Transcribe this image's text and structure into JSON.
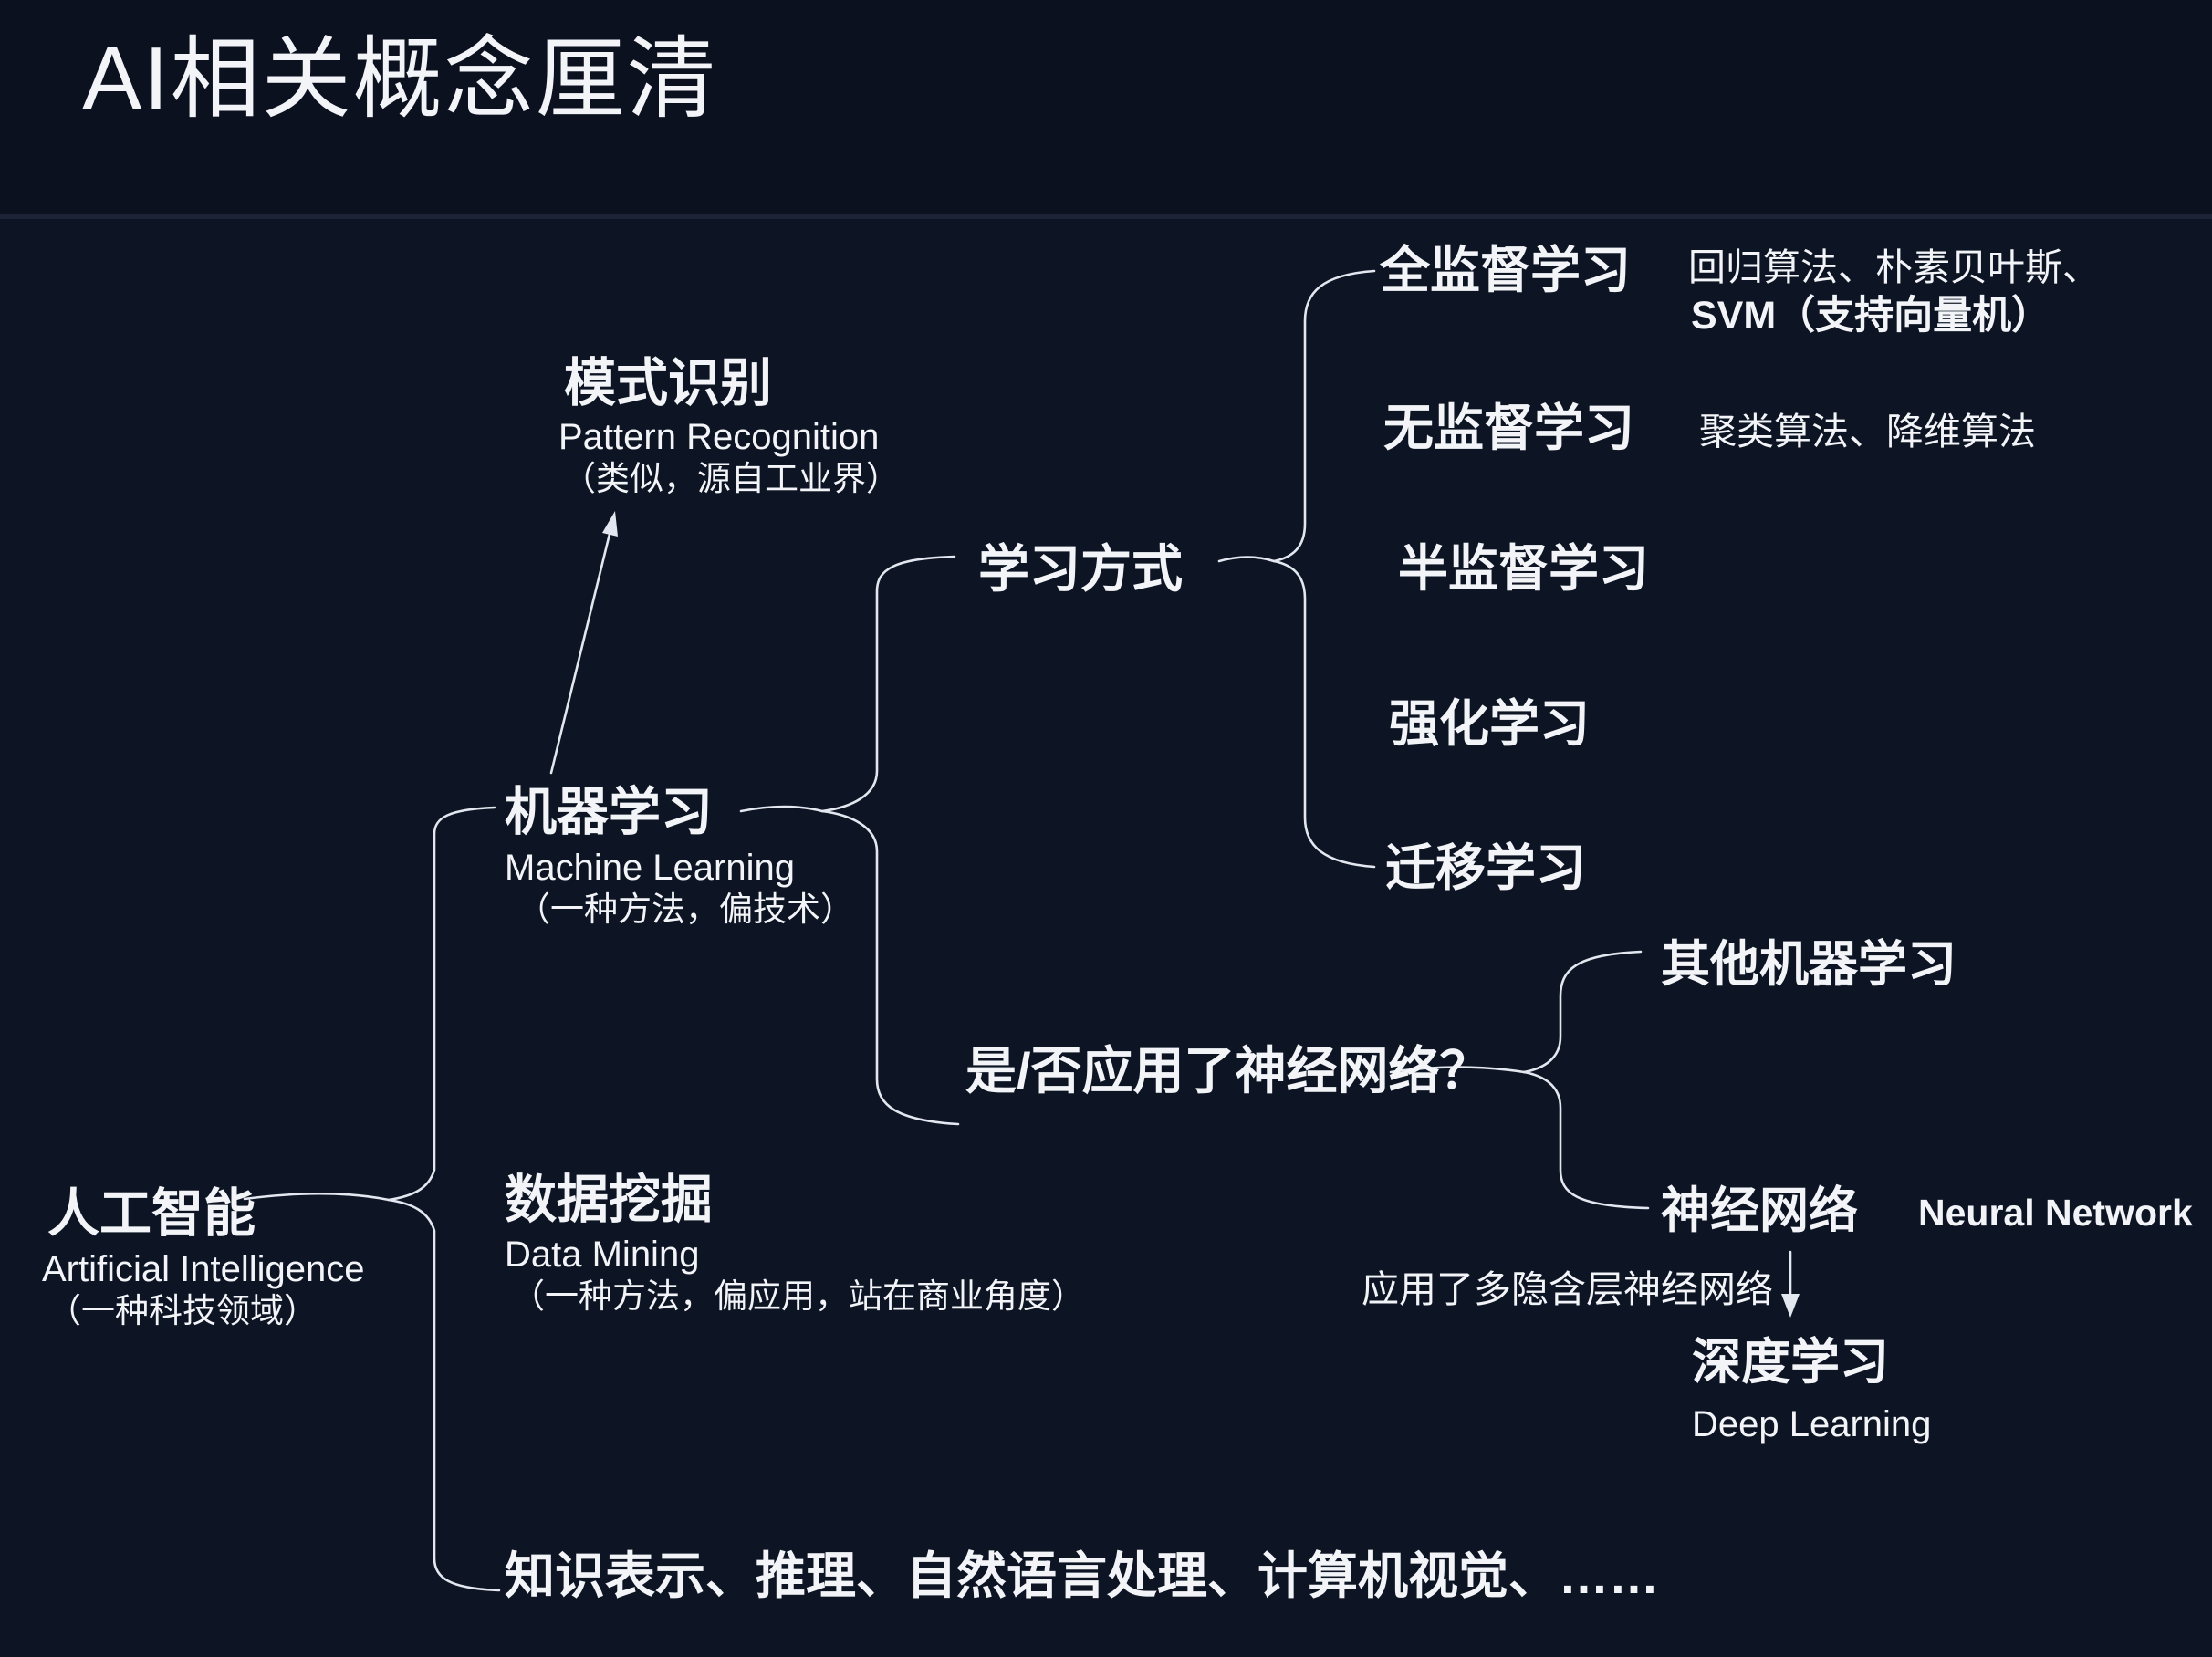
{
  "title": "AI相关概念厘清",
  "colors": {
    "background": "#0d1424",
    "header_background": "#0c1120",
    "divider": "#1c2336",
    "text": "#f2f4f7",
    "line": "#e3e7ef"
  },
  "nodes": {
    "ai": {
      "zh": "人工智能",
      "en": "Artificial Intelligence",
      "note": "（一种科技领域）"
    },
    "machine_learning": {
      "zh": "机器学习",
      "en": "Machine Learning",
      "note": "（一种方法，偏技术）"
    },
    "pattern_recognition": {
      "zh": "模式识别",
      "en": "Pattern Recognition",
      "note": "（类似，源自工业界）"
    },
    "data_mining": {
      "zh": "数据挖掘",
      "en": "Data Mining",
      "note": "（一种方法，偏应用，站在商业角度）"
    },
    "ai_other_fields": {
      "zh": "知识表示、推理、自然语言处理、计算机视觉、……"
    },
    "learning_modes": {
      "zh": "学习方式"
    },
    "nn_question": {
      "zh": "是/否应用了神经网络？"
    },
    "supervised": {
      "zh": "全监督学习",
      "note_line1": "回归算法、朴素贝叶斯、",
      "note_line2": "SVM（支持向量机）"
    },
    "unsupervised": {
      "zh": "无监督学习",
      "note": "聚类算法、降维算法"
    },
    "semi_supervised": {
      "zh": "半监督学习"
    },
    "reinforcement": {
      "zh": "强化学习"
    },
    "transfer": {
      "zh": "迁移学习"
    },
    "other_ml": {
      "zh": "其他机器学习"
    },
    "neural_network": {
      "zh": "神经网络",
      "en": "Neural Network"
    },
    "deep_learning_note": "应用了多隐含层神经网络",
    "deep_learning": {
      "zh": "深度学习",
      "en": "Deep Learning"
    }
  }
}
